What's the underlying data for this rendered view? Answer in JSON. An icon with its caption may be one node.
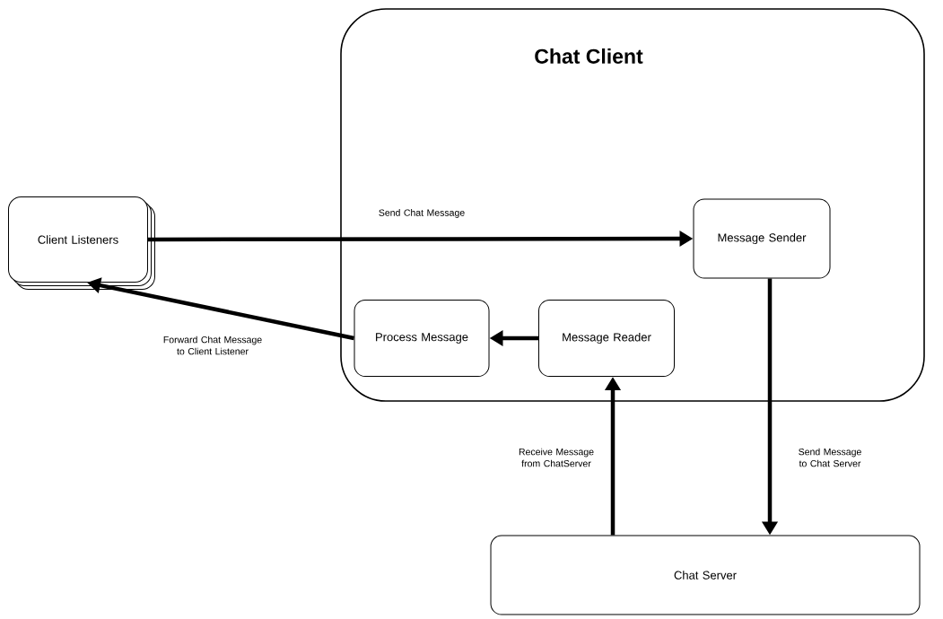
{
  "diagram": {
    "nodes": [
      {
        "text": [
          "Chat Client"
        ]
      },
      {
        "text": [
          "Client Listeners"
        ]
      },
      {
        "text": [
          "Message Sender"
        ],
        "in": 0
      },
      {
        "text": [
          "Process Message"
        ],
        "in": 0
      },
      {
        "text": [
          "Message Reader"
        ],
        "in": 0
      },
      {
        "text": [
          "Chat Server"
        ]
      }
    ],
    "edges": [
      {
        "from": 1,
        "to": 2,
        "arrow": "to",
        "label": "Send Chat Message"
      },
      {
        "from": 3,
        "to": 1,
        "arrow": "to",
        "label": "Forward Chat Message to Client Listener"
      },
      {
        "from": 4,
        "to": 3,
        "arrow": "to"
      },
      {
        "from": 5,
        "to": 4,
        "arrow": "to",
        "label": "Receive Message from ChatServer"
      },
      {
        "from": 2,
        "to": 5,
        "arrow": "to",
        "label": "Send Message to Chat Server"
      }
    ]
  }
}
